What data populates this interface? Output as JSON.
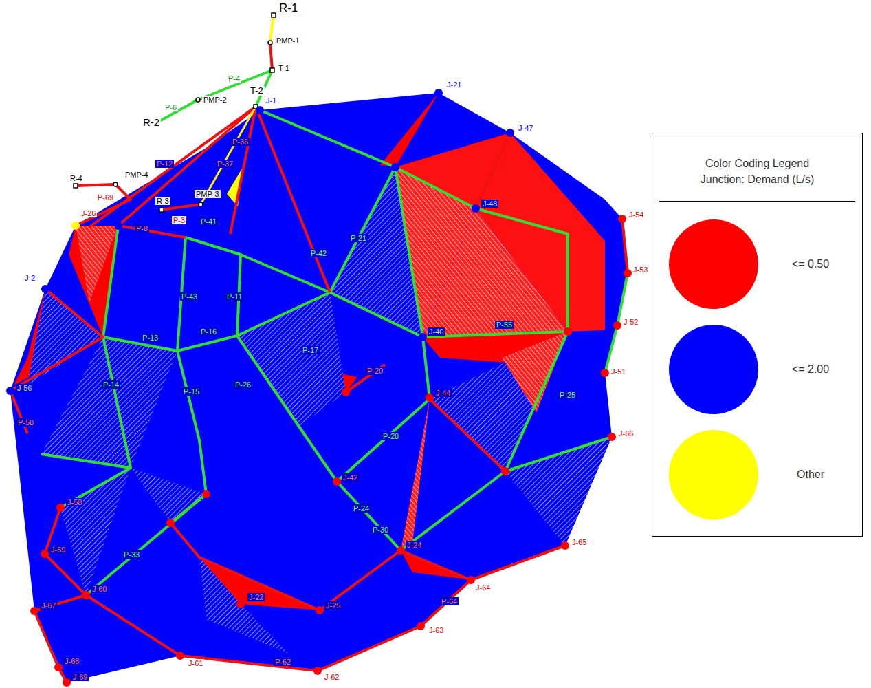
{
  "diagram": {
    "nodes": [
      {
        "text": [
          "Color Coding Legend Junction: Demand (L/s)"
        ]
      }
    ],
    "labels": [
      "R-1",
      "PMP-1",
      "T-1",
      "T-2",
      "R-2",
      "PMP-2",
      "R-4",
      "PMP-4",
      "R-3",
      "PMP-3",
      "J-1",
      "J-21",
      "J-47",
      "J-48",
      "J-56",
      "J-2",
      "J-40",
      "J-54",
      "J-53",
      "J-52",
      "J-51",
      "J-66",
      "J-65",
      "J-64",
      "J-63",
      "J-62",
      "J-61",
      "J-60",
      "J-59",
      "J-58",
      "J-67",
      "J-68",
      "J-69",
      "J-44",
      "J-42",
      "J-24",
      "J-25",
      "J-22",
      "J-26",
      "P-4",
      "P-6",
      "P-41",
      "P-43",
      "P-11",
      "P-42",
      "P-21",
      "P-13",
      "P-16",
      "P-15",
      "P-26",
      "P-17",
      "P-28",
      "P-24",
      "P-30",
      "P-25",
      "P-55",
      "P-33",
      "P-14",
      "P-12",
      "P-37",
      "P-36",
      "P-69",
      "P-3",
      "P-8",
      "P-20",
      "P-62",
      "P-64",
      "P-58"
    ],
    "legend": [
      {
        "text": "<= 0.50",
        "color": "#ff0000"
      },
      {
        "text": "<= 2.00",
        "color": "#0000ff"
      },
      {
        "text": "Other",
        "color": "#ffff00"
      }
    ]
  }
}
